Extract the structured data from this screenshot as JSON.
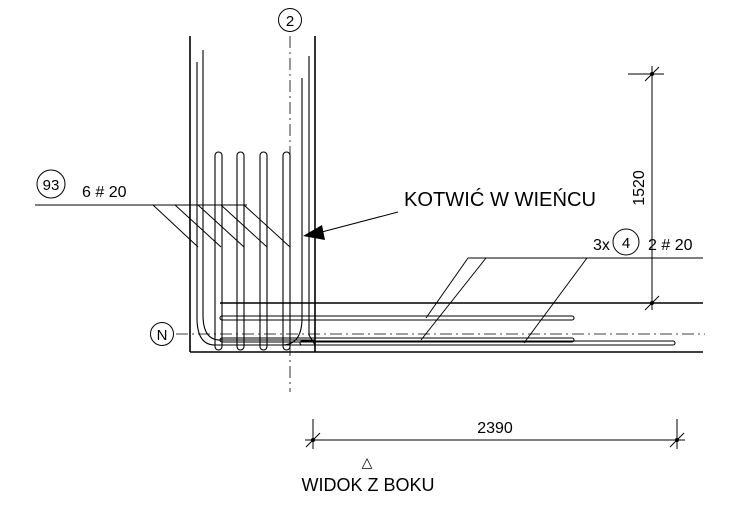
{
  "axis_markers": {
    "vertical": "2",
    "horizontal": "N"
  },
  "bars": [
    {
      "mark": "93",
      "spec": "6 # 20"
    },
    {
      "mark": "4",
      "prefix": "3x",
      "spec": "2 # 20"
    }
  ],
  "annotation": "KOTWIĆ W WIEŃCU",
  "dimensions": {
    "vertical": "1520",
    "horizontal": "2390"
  },
  "view_symbol": "△",
  "view_label": "WIDOK Z BOKU"
}
